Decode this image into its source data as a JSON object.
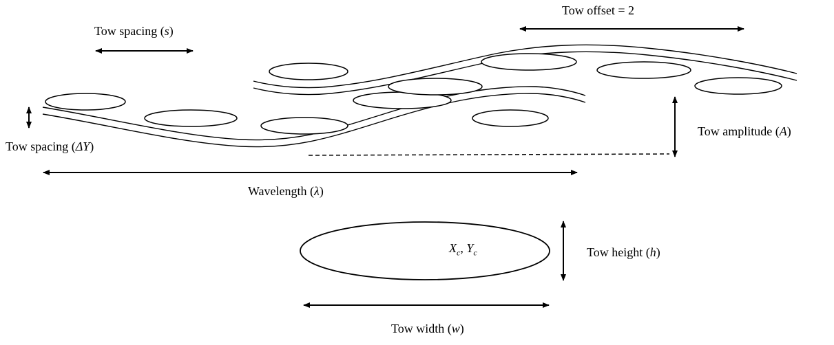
{
  "labels": {
    "tow_spacing_s": {
      "text": "Tow spacing (",
      "symbol": "s",
      "close": ")"
    },
    "tow_offset": {
      "text": "Tow offset = 2"
    },
    "tow_spacing_dy": {
      "text": "Tow spacing (",
      "symbol": "ΔY",
      "close": ")"
    },
    "tow_amplitude": {
      "text": "Tow amplitude (",
      "symbol": "A",
      "close": ")"
    },
    "wavelength": {
      "text": "Wavelength (",
      "symbol": "λ",
      "close": ")"
    },
    "tow_center": {
      "x": "X",
      "x_sub": "c",
      "sep": ", ",
      "y": "Y",
      "y_sub": "c"
    },
    "tow_height": {
      "text": "Tow height (",
      "symbol": "h",
      "close": ")"
    },
    "tow_width": {
      "text": "Tow width (",
      "symbol": "w",
      "close": ")"
    }
  },
  "colors": {
    "stroke": "#000000",
    "background": "#ffffff"
  }
}
